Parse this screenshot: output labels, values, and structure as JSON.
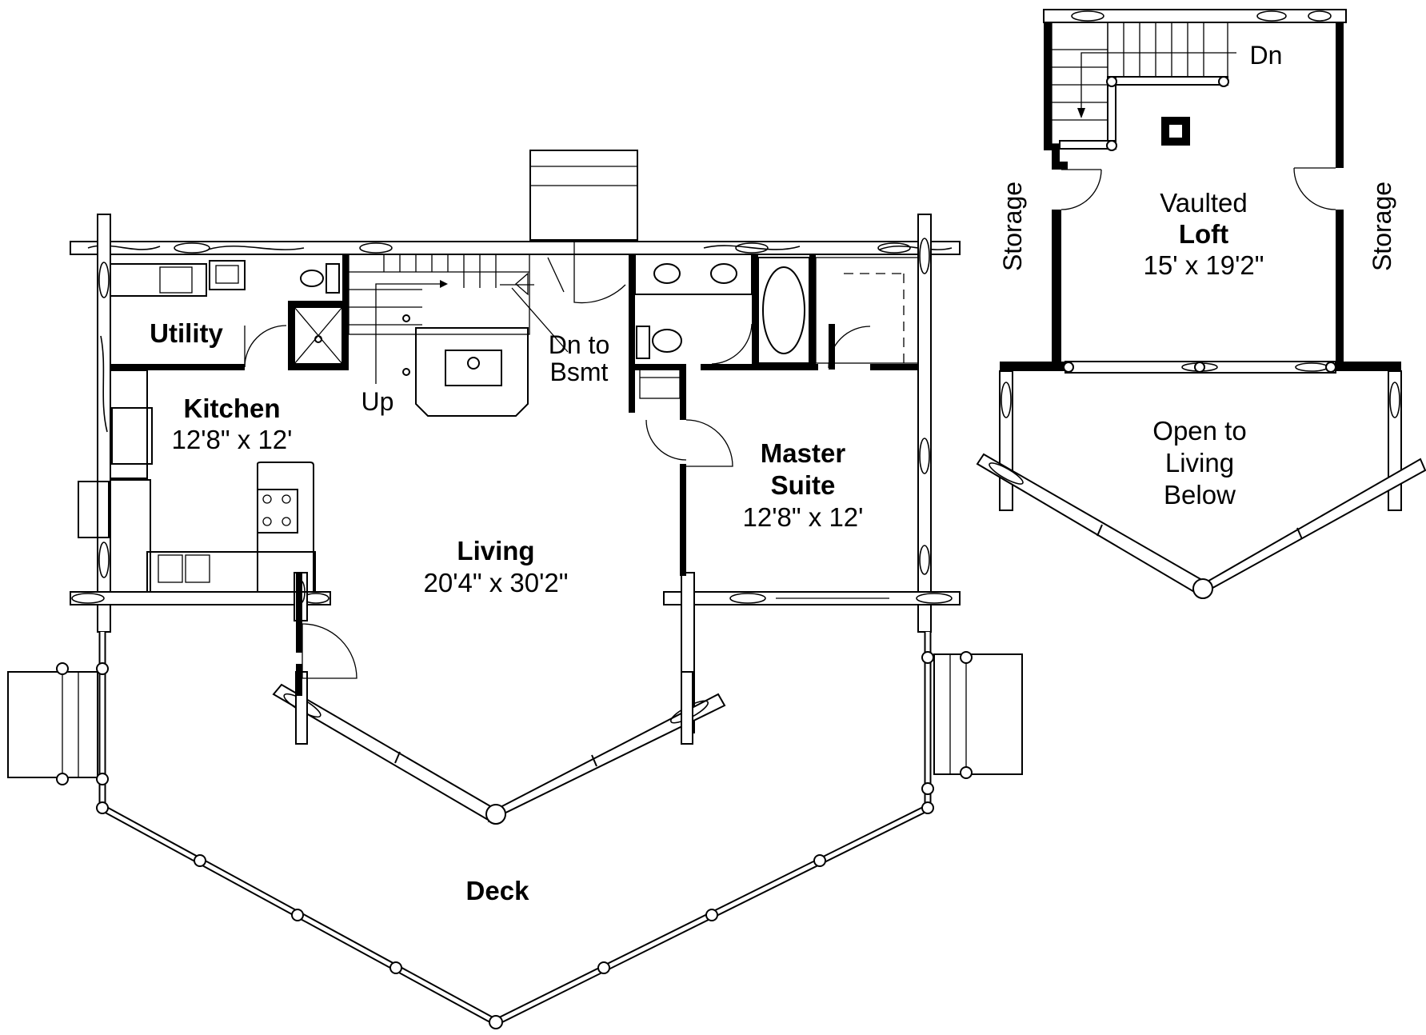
{
  "main_floor": {
    "utility": {
      "name": "Utility"
    },
    "kitchen": {
      "name": "Kitchen",
      "size": "12'8\" x 12'"
    },
    "living": {
      "name": "Living",
      "size": "20'4\" x 30'2\""
    },
    "master_suite": {
      "name_line1": "Master",
      "name_line2": "Suite",
      "size": "12'8\" x 12'"
    },
    "deck": {
      "name": "Deck"
    },
    "stair_up": "Up",
    "stair_down_line1": "Dn to",
    "stair_down_line2": "Bsmt"
  },
  "loft_floor": {
    "loft": {
      "name_line1": "Vaulted",
      "name_line2": "Loft",
      "size": "15' x 19'2\""
    },
    "storage_left": "Storage",
    "storage_right": "Storage",
    "stair_down": "Dn",
    "open_below": {
      "line1": "Open to",
      "line2": "Living",
      "line3": "Below"
    }
  }
}
